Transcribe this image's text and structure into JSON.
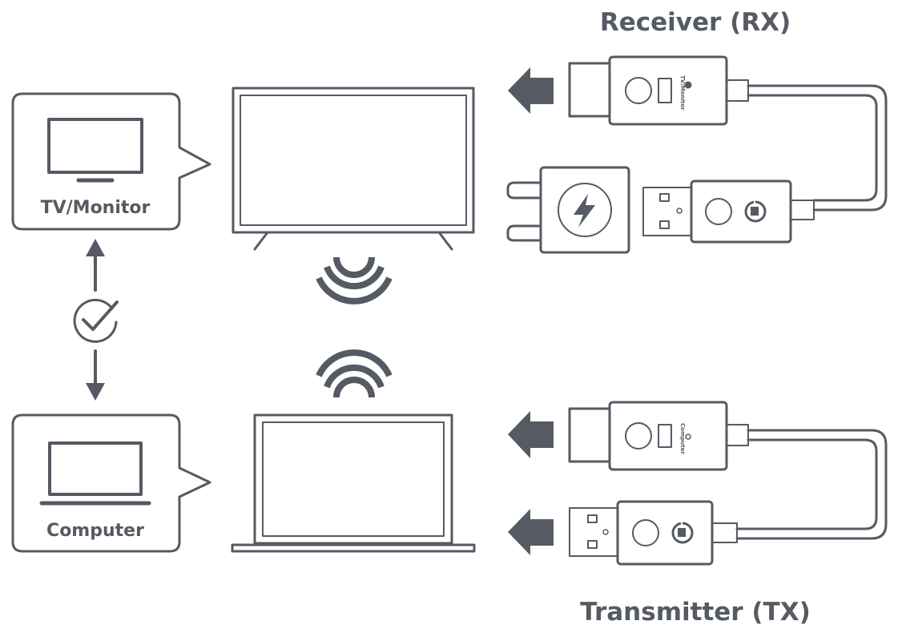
{
  "colors": {
    "stroke": "#555a63",
    "text": "#555a63",
    "background": "#ffffff"
  },
  "headings": {
    "receiver": "Receiver (RX)",
    "transmitter": "Transmitter (TX)"
  },
  "callouts": {
    "tv_monitor": "TV/Monitor",
    "computer": "Computer"
  },
  "dongle_labels": {
    "receiver_side": "TV/Monitor",
    "transmitter_side": "Computer"
  },
  "icons": {
    "check": "check-circle-icon",
    "wifi": "wifi-signal-icon",
    "power": "lightning-bolt-icon",
    "plug": "power-plug-icon"
  }
}
